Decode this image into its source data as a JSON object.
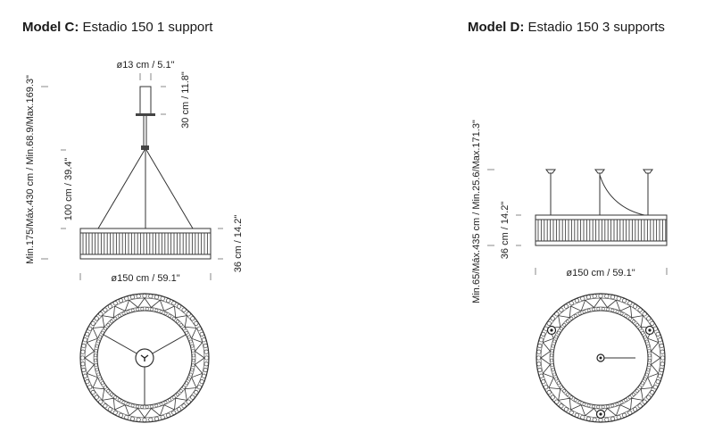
{
  "model_c": {
    "title_bold": "Model C:",
    "title_rest": " Estadio 150 1 support",
    "dim_canopy": "ø13 cm / 5.1\"",
    "dim_canopy_height": "30 cm / 11.8\"",
    "dim_cable": "100 cm / 39.4\"",
    "dim_total": "Min.175/Máx.430 cm / Min.68.9/Max.169.3\"",
    "dim_ring_height": "36 cm / 14.2\"",
    "dim_diameter": "ø150 cm / 59.1\""
  },
  "model_d": {
    "title_bold": "Model D:",
    "title_rest": " Estadio 150 3 supports",
    "dim_total": "Min.65/Máx.435 cm / Min.25.6/Max.171.3\"",
    "dim_ring_height": "36 cm / 14.2\"",
    "dim_diameter": "ø150 cm / 59.1\""
  }
}
